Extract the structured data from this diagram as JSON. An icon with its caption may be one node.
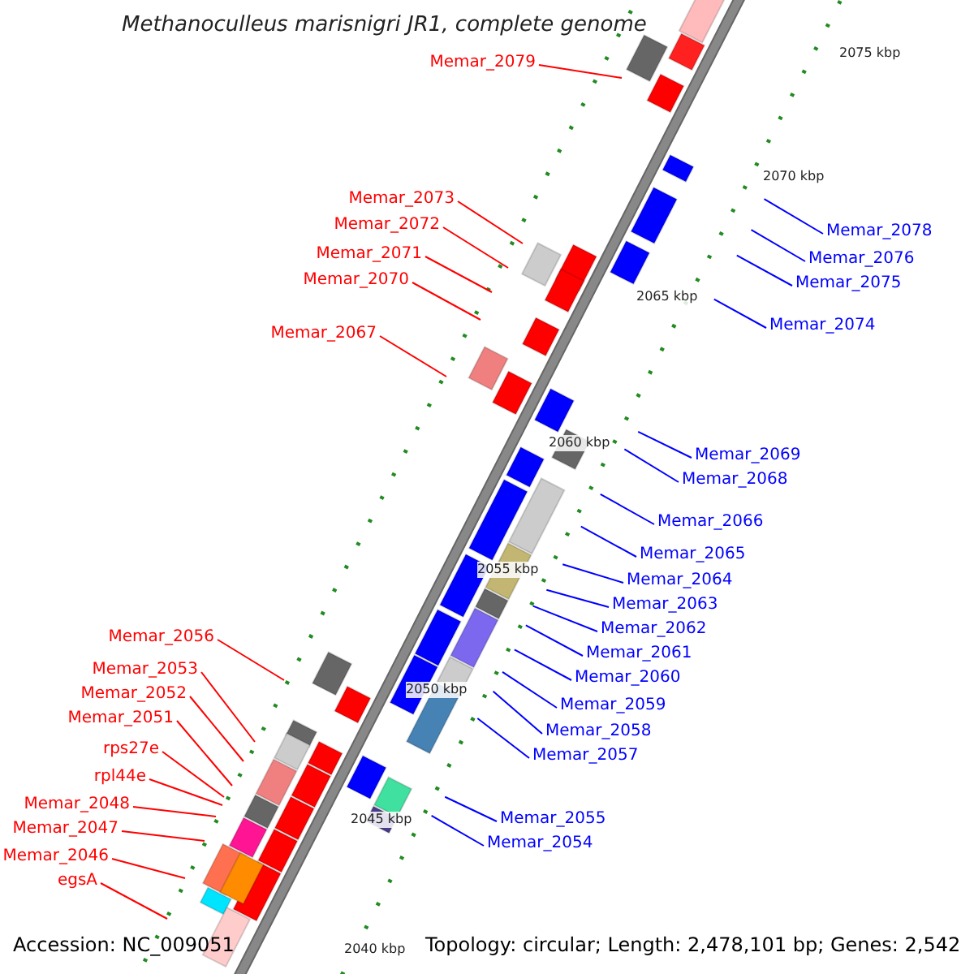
{
  "diagram": {
    "title": "Methanoculleus marisnigri JR1, complete genome",
    "nodes": [
      {
        "text": [
          "Memar_2079"
        ]
      },
      {
        "text": [
          "Memar_2073"
        ]
      },
      {
        "text": [
          "Memar_2072"
        ]
      },
      {
        "text": [
          "Memar_2071"
        ]
      },
      {
        "text": [
          "Memar_2070"
        ]
      },
      {
        "text": [
          "Memar_2067"
        ]
      },
      {
        "text": [
          "Memar_2078"
        ]
      },
      {
        "text": [
          "Memar_2076"
        ]
      },
      {
        "text": [
          "Memar_2075"
        ]
      },
      {
        "text": [
          "Memar_2074"
        ]
      },
      {
        "text": [
          "Memar_2069"
        ]
      },
      {
        "text": [
          "Memar_2068"
        ]
      },
      {
        "text": [
          "Memar_2066"
        ]
      },
      {
        "text": [
          "Memar_2065"
        ]
      },
      {
        "text": [
          "Memar_2064"
        ]
      },
      {
        "text": [
          "Memar_2063"
        ]
      },
      {
        "text": [
          "Memar_2062"
        ]
      },
      {
        "text": [
          "Memar_2061"
        ]
      },
      {
        "text": [
          "Memar_2060"
        ]
      },
      {
        "text": [
          "Memar_2059"
        ]
      },
      {
        "text": [
          "Memar_2058"
        ]
      },
      {
        "text": [
          "Memar_2057"
        ]
      },
      {
        "text": [
          "Memar_2055"
        ]
      },
      {
        "text": [
          "Memar_2054"
        ]
      },
      {
        "text": [
          "Memar_2056"
        ]
      },
      {
        "text": [
          "Memar_2053"
        ]
      },
      {
        "text": [
          "Memar_2052"
        ]
      },
      {
        "text": [
          "Memar_2051"
        ]
      },
      {
        "text": [
          "rps27e"
        ]
      },
      {
        "text": [
          "rpl44e"
        ]
      },
      {
        "text": [
          "Memar_2048"
        ]
      },
      {
        "text": [
          "Memar_2047"
        ]
      },
      {
        "text": [
          "Memar_2046"
        ]
      },
      {
        "text": [
          "egsA"
        ]
      }
    ],
    "edges": [
      {
        "from": 0,
        "to": null,
        "arrow": "none",
        "color": "#ff0000"
      },
      {
        "from": 1,
        "to": null,
        "arrow": "none",
        "color": "#ff0000"
      },
      {
        "from": 2,
        "to": null,
        "arrow": "none",
        "color": "#ff0000"
      },
      {
        "from": 3,
        "to": null,
        "arrow": "none",
        "color": "#ff0000"
      },
      {
        "from": 4,
        "to": null,
        "arrow": "none",
        "color": "#ff0000"
      },
      {
        "from": 5,
        "to": null,
        "arrow": "none",
        "color": "#ff0000"
      },
      {
        "from": 6,
        "to": null,
        "arrow": "none"
      },
      {
        "from": 7,
        "to": null,
        "arrow": "none"
      },
      {
        "from": 8,
        "to": null,
        "arrow": "none"
      },
      {
        "from": 9,
        "to": null,
        "arrow": "none"
      },
      {
        "from": 10,
        "to": null,
        "arrow": "none"
      },
      {
        "from": 11,
        "to": null,
        "arrow": "none"
      },
      {
        "from": 12,
        "to": null,
        "arrow": "none"
      },
      {
        "from": 13,
        "to": null,
        "arrow": "none"
      },
      {
        "from": 14,
        "to": null,
        "arrow": "none"
      },
      {
        "from": 15,
        "to": null,
        "arrow": "none"
      },
      {
        "from": 16,
        "to": null,
        "arrow": "none"
      },
      {
        "from": 17,
        "to": null,
        "arrow": "none"
      },
      {
        "from": 18,
        "to": null,
        "arrow": "none"
      },
      {
        "from": 19,
        "to": null,
        "arrow": "none"
      },
      {
        "from": 20,
        "to": null,
        "arrow": "none"
      },
      {
        "from": 21,
        "to": null,
        "arrow": "none"
      },
      {
        "from": 22,
        "to": null,
        "arrow": "none"
      },
      {
        "from": 23,
        "to": null,
        "arrow": "none"
      },
      {
        "from": 24,
        "to": null,
        "arrow": "none",
        "color": "#ff0000"
      },
      {
        "from": 25,
        "to": null,
        "arrow": "none",
        "color": "#ff0000"
      },
      {
        "from": 26,
        "to": null,
        "arrow": "none",
        "color": "#ff0000"
      },
      {
        "from": 27,
        "to": null,
        "arrow": "none",
        "color": "#ff0000"
      },
      {
        "from": 28,
        "to": null,
        "arrow": "none",
        "color": "#ff0000"
      },
      {
        "from": 29,
        "to": null,
        "arrow": "none",
        "color": "#ff0000"
      },
      {
        "from": 30,
        "to": null,
        "arrow": "none",
        "color": "#ff0000"
      },
      {
        "from": 31,
        "to": null,
        "arrow": "none",
        "color": "#ff0000"
      },
      {
        "from": 32,
        "to": null,
        "arrow": "none",
        "color": "#ff0000"
      },
      {
        "from": 33,
        "to": null,
        "arrow": "none",
        "color": "#ff0000"
      }
    ],
    "labels": [
      "2075 kbp",
      "2070 kbp",
      "2065 kbp",
      "2060 kbp",
      "2055 kbp",
      "2050 kbp",
      "2045 kbp",
      "2040 kbp",
      "Accession: NC_009051",
      "Topology: circular; Length: 2,478,101 bp; Genes: 2,542"
    ]
  }
}
